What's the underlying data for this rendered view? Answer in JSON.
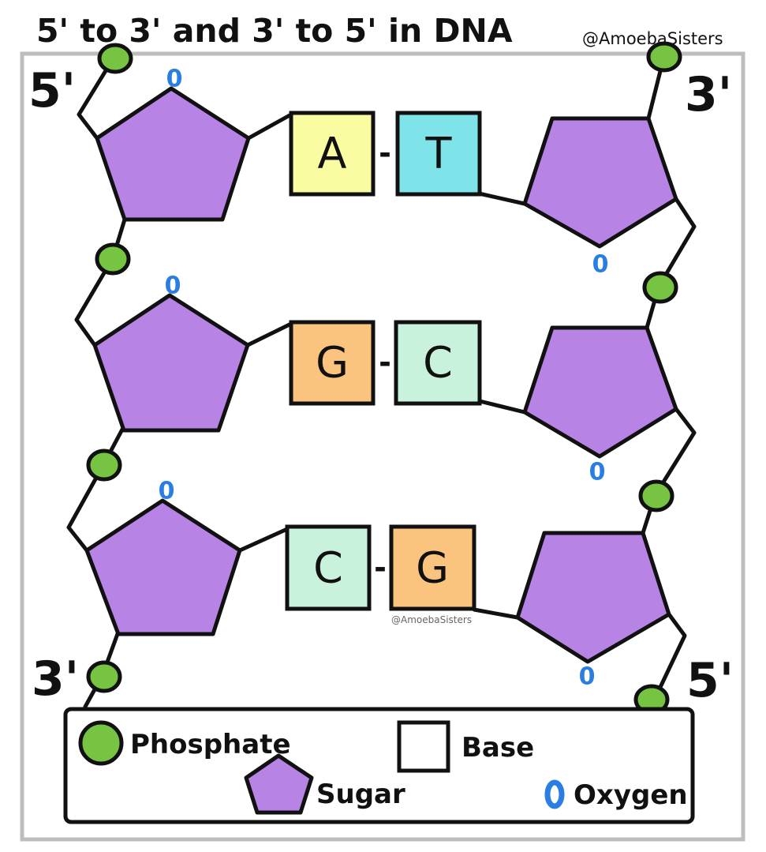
{
  "title": "5' to 3' and 3' to 5' in DNA",
  "credit": "@AmoebaSisters",
  "inner_credit": "@AmoebaSisters",
  "ends": {
    "left_top": "5'",
    "right_top": "3'",
    "left_bottom": "3'",
    "right_bottom": "5'"
  },
  "base_pairs": [
    {
      "left": "A",
      "right": "T",
      "left_color": "#f9fca0",
      "right_color": "#7fe3ea"
    },
    {
      "left": "G",
      "right": "C",
      "left_color": "#fbc47e",
      "right_color": "#c8f2dc"
    },
    {
      "left": "C",
      "right": "G",
      "left_color": "#c8f2dc",
      "right_color": "#fbc47e"
    }
  ],
  "pair_separator": "-",
  "oxygen_symbol": "0",
  "legend": {
    "phosphate": "Phosphate",
    "sugar": "Sugar",
    "base": "Base",
    "oxygen": "Oxygen"
  },
  "colors": {
    "sugar": "#b784e6",
    "phosphate": "#77c442",
    "oxygen": "#2a7de1",
    "outline": "#111111",
    "frame": "#bdbdbd"
  }
}
